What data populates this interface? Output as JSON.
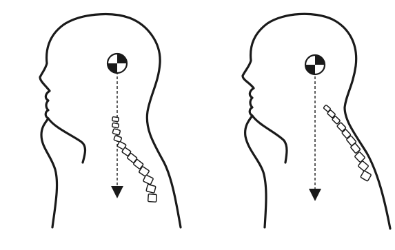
{
  "figures": [
    {
      "id": "neutral",
      "description_label": "",
      "vertebrae_count": 12
    },
    {
      "id": "forward",
      "description_label": "",
      "vertebrae_count": 10
    }
  ],
  "colors": {
    "ink": "#1a1a1a",
    "background": "#ffffff"
  },
  "icons": [
    "center-of-gravity-icon",
    "arrow-down-icon"
  ]
}
